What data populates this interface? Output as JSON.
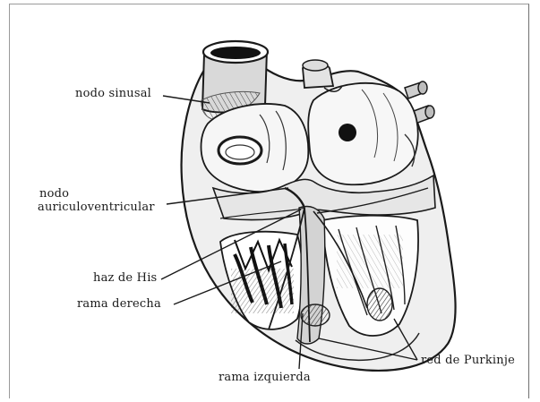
{
  "labels": {
    "nodo_sinusal": "nodo sinusal",
    "nodo_line1": "nodo",
    "nodo_line2": "auriculoventricular",
    "haz_de_his": "haz de His",
    "rama_derecha": "rama derecha",
    "rama_izquierda": "rama izquierda",
    "red_de_purkinje": "red de Purkinje"
  },
  "colors": {
    "ink": "#1a1a1a",
    "shade": "#7a7a7a",
    "dark": "#101010",
    "background": "#ffffff"
  }
}
